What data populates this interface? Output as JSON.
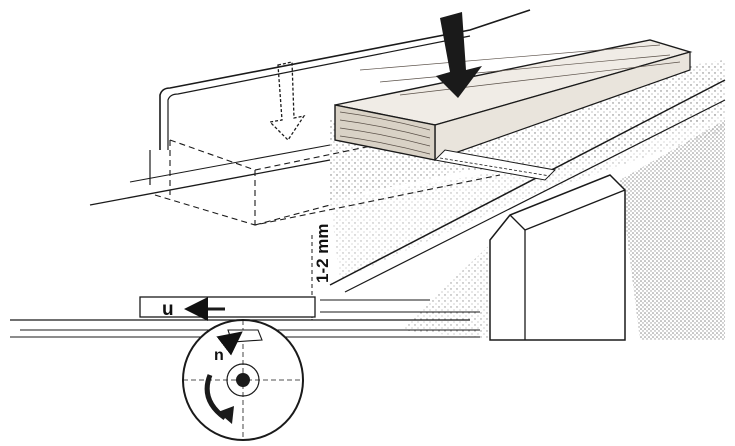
{
  "labels": {
    "gap": "1-2 mm",
    "feed": "u",
    "rotation": "n"
  },
  "icons": [
    "downward-arrow-icon",
    "dashed-downward-arrow-icon",
    "leftward-arrow-icon",
    "rotation-arrow-icon"
  ],
  "colors": {
    "ink": "#1a1a1a",
    "wood": "#e9e4dc",
    "stipple": "#8a8a8a"
  }
}
